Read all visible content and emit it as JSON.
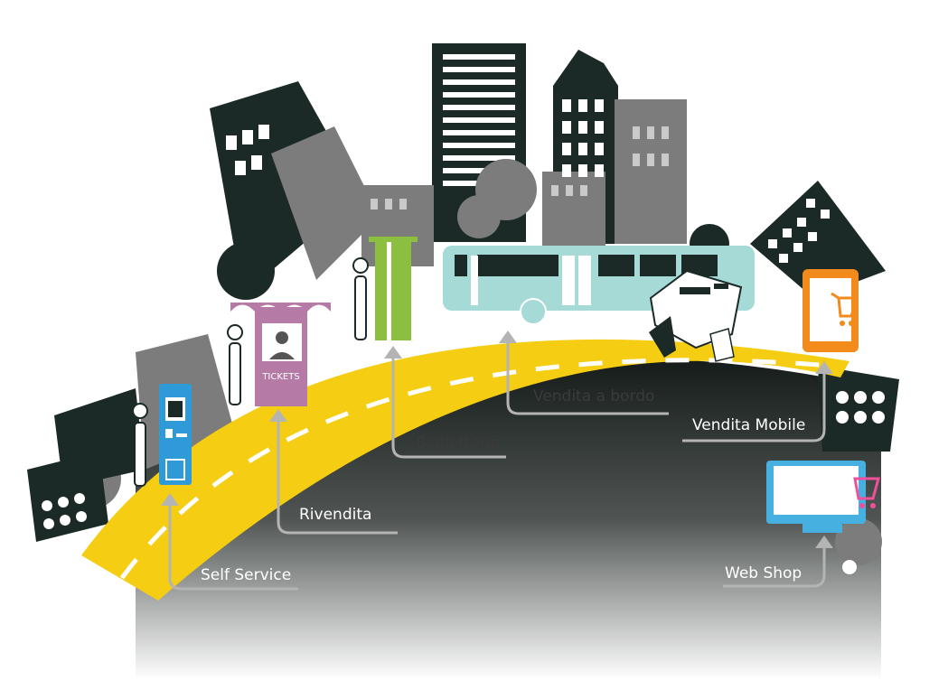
{
  "labels": {
    "self_service": "Self Service",
    "rivendita": "Rivendita",
    "biglietteria": "Biglietteria",
    "vendita_a_bordo": "Vendita a bordo",
    "vendita_mobile": "Vendita Mobile",
    "web_shop": "Web Shop"
  },
  "kiosk_sign": "TICKETS",
  "colors": {
    "road": "#f5cd12",
    "building_dark": "#1b2a26",
    "building_gray": "#7c7c7c",
    "bus": "#a6dad6",
    "kiosk": "#b57aa5",
    "ticket_office": "#8cbf3f",
    "self_service_machine": "#2e9ad8",
    "mobile": "#f28a1c",
    "web_shop": "#46b1e1",
    "arrow": "#b4b4b4"
  }
}
